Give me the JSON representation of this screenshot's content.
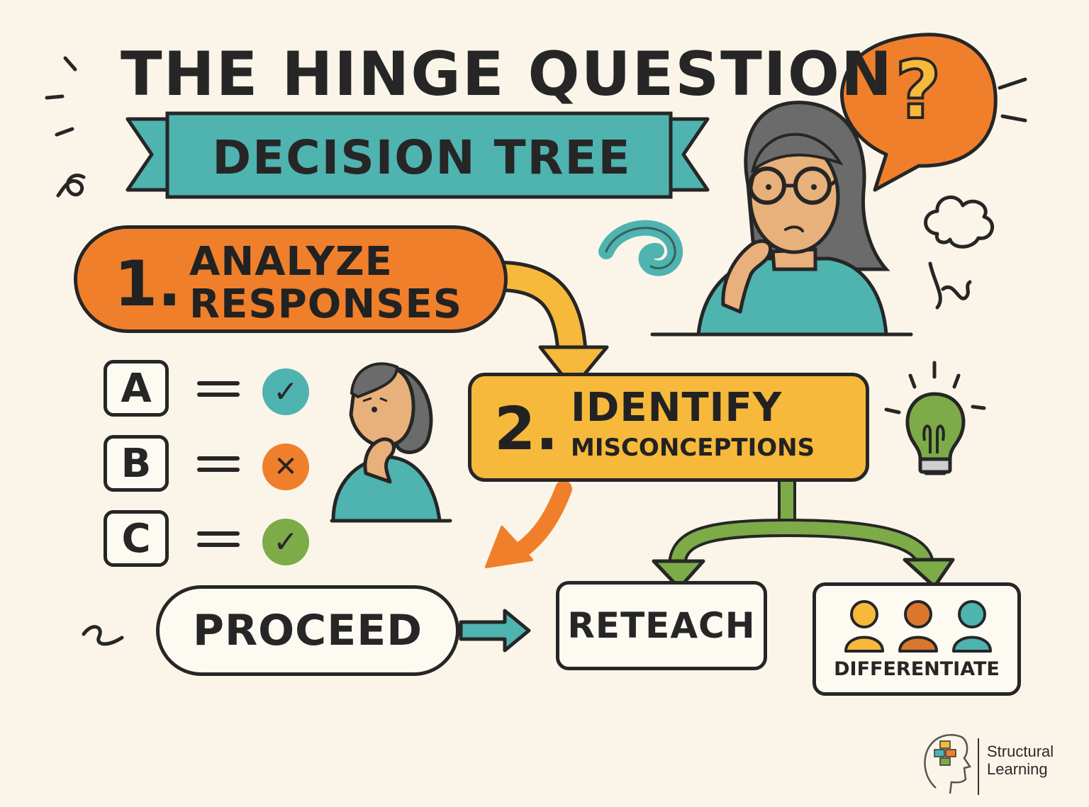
{
  "title": "THE HINGE QUESTION",
  "subtitle": "DECISION TREE",
  "steps": [
    {
      "number": "1.",
      "line1": "ANALYZE",
      "line2": "RESPONSES",
      "color": "#f07f2c"
    },
    {
      "number": "2.",
      "line1": "IDENTIFY",
      "line2": "MISCONCEPTIONS",
      "color": "#f6b93b"
    }
  ],
  "options": [
    {
      "label": "A",
      "mark": "✓",
      "mark_color": "#4fb3b0"
    },
    {
      "label": "B",
      "mark": "✕",
      "mark_color": "#f07f2c"
    },
    {
      "label": "C",
      "mark": "✓",
      "mark_color": "#7cab48"
    }
  ],
  "outcomes": {
    "proceed": "PROCEED",
    "reteach": "RETEACH",
    "differentiate": "DIFFERENTIATE"
  },
  "speech_bubble_mark": "?",
  "brand": {
    "line1": "Structural",
    "line2": "Learning"
  },
  "colors": {
    "background": "#fbf5e9",
    "orange": "#f07f2c",
    "yellow": "#f6b93b",
    "teal": "#4fb3b0",
    "green": "#7cab48",
    "outline": "#262626"
  }
}
